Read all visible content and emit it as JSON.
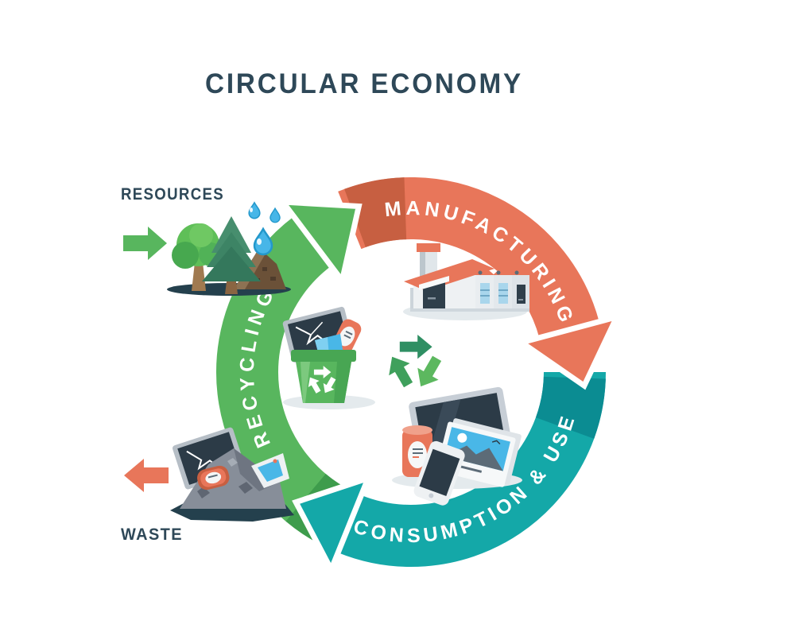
{
  "title": "CIRCULAR ECONOMY",
  "stages": {
    "manufacturing": {
      "label": "MANUFACTURING",
      "color": "#e8765a"
    },
    "consumption": {
      "label": "CONSUMPTION & USE",
      "color": "#14a8a8"
    },
    "recycling": {
      "label": "RECYCLING",
      "color": "#58b65e"
    }
  },
  "io": {
    "resources_label": "RESOURCES",
    "waste_label": "WASTE"
  },
  "colors": {
    "text_dark": "#2e4858",
    "green": "#58b65e",
    "green_dark": "#3e9c4c",
    "orange": "#e8765a",
    "orange_dark": "#c75f41",
    "teal": "#14a8a8",
    "teal_dark": "#0b8c92",
    "water_blue": "#47b6e8",
    "ground_shadow": "#24404d"
  },
  "icons": {
    "center": "recycle-symbol-icon",
    "inside_circle": [
      "recycle-bin-icon",
      "factory-icon",
      "devices-icon"
    ],
    "resources_arrow": "arrow-right-icon",
    "waste_arrow": "arrow-left-icon",
    "resources_illustration": [
      "tree-icon",
      "pine-tree-icon",
      "soil-icon",
      "water-drops-icon"
    ],
    "waste_illustration": "waste-pile-icon"
  }
}
